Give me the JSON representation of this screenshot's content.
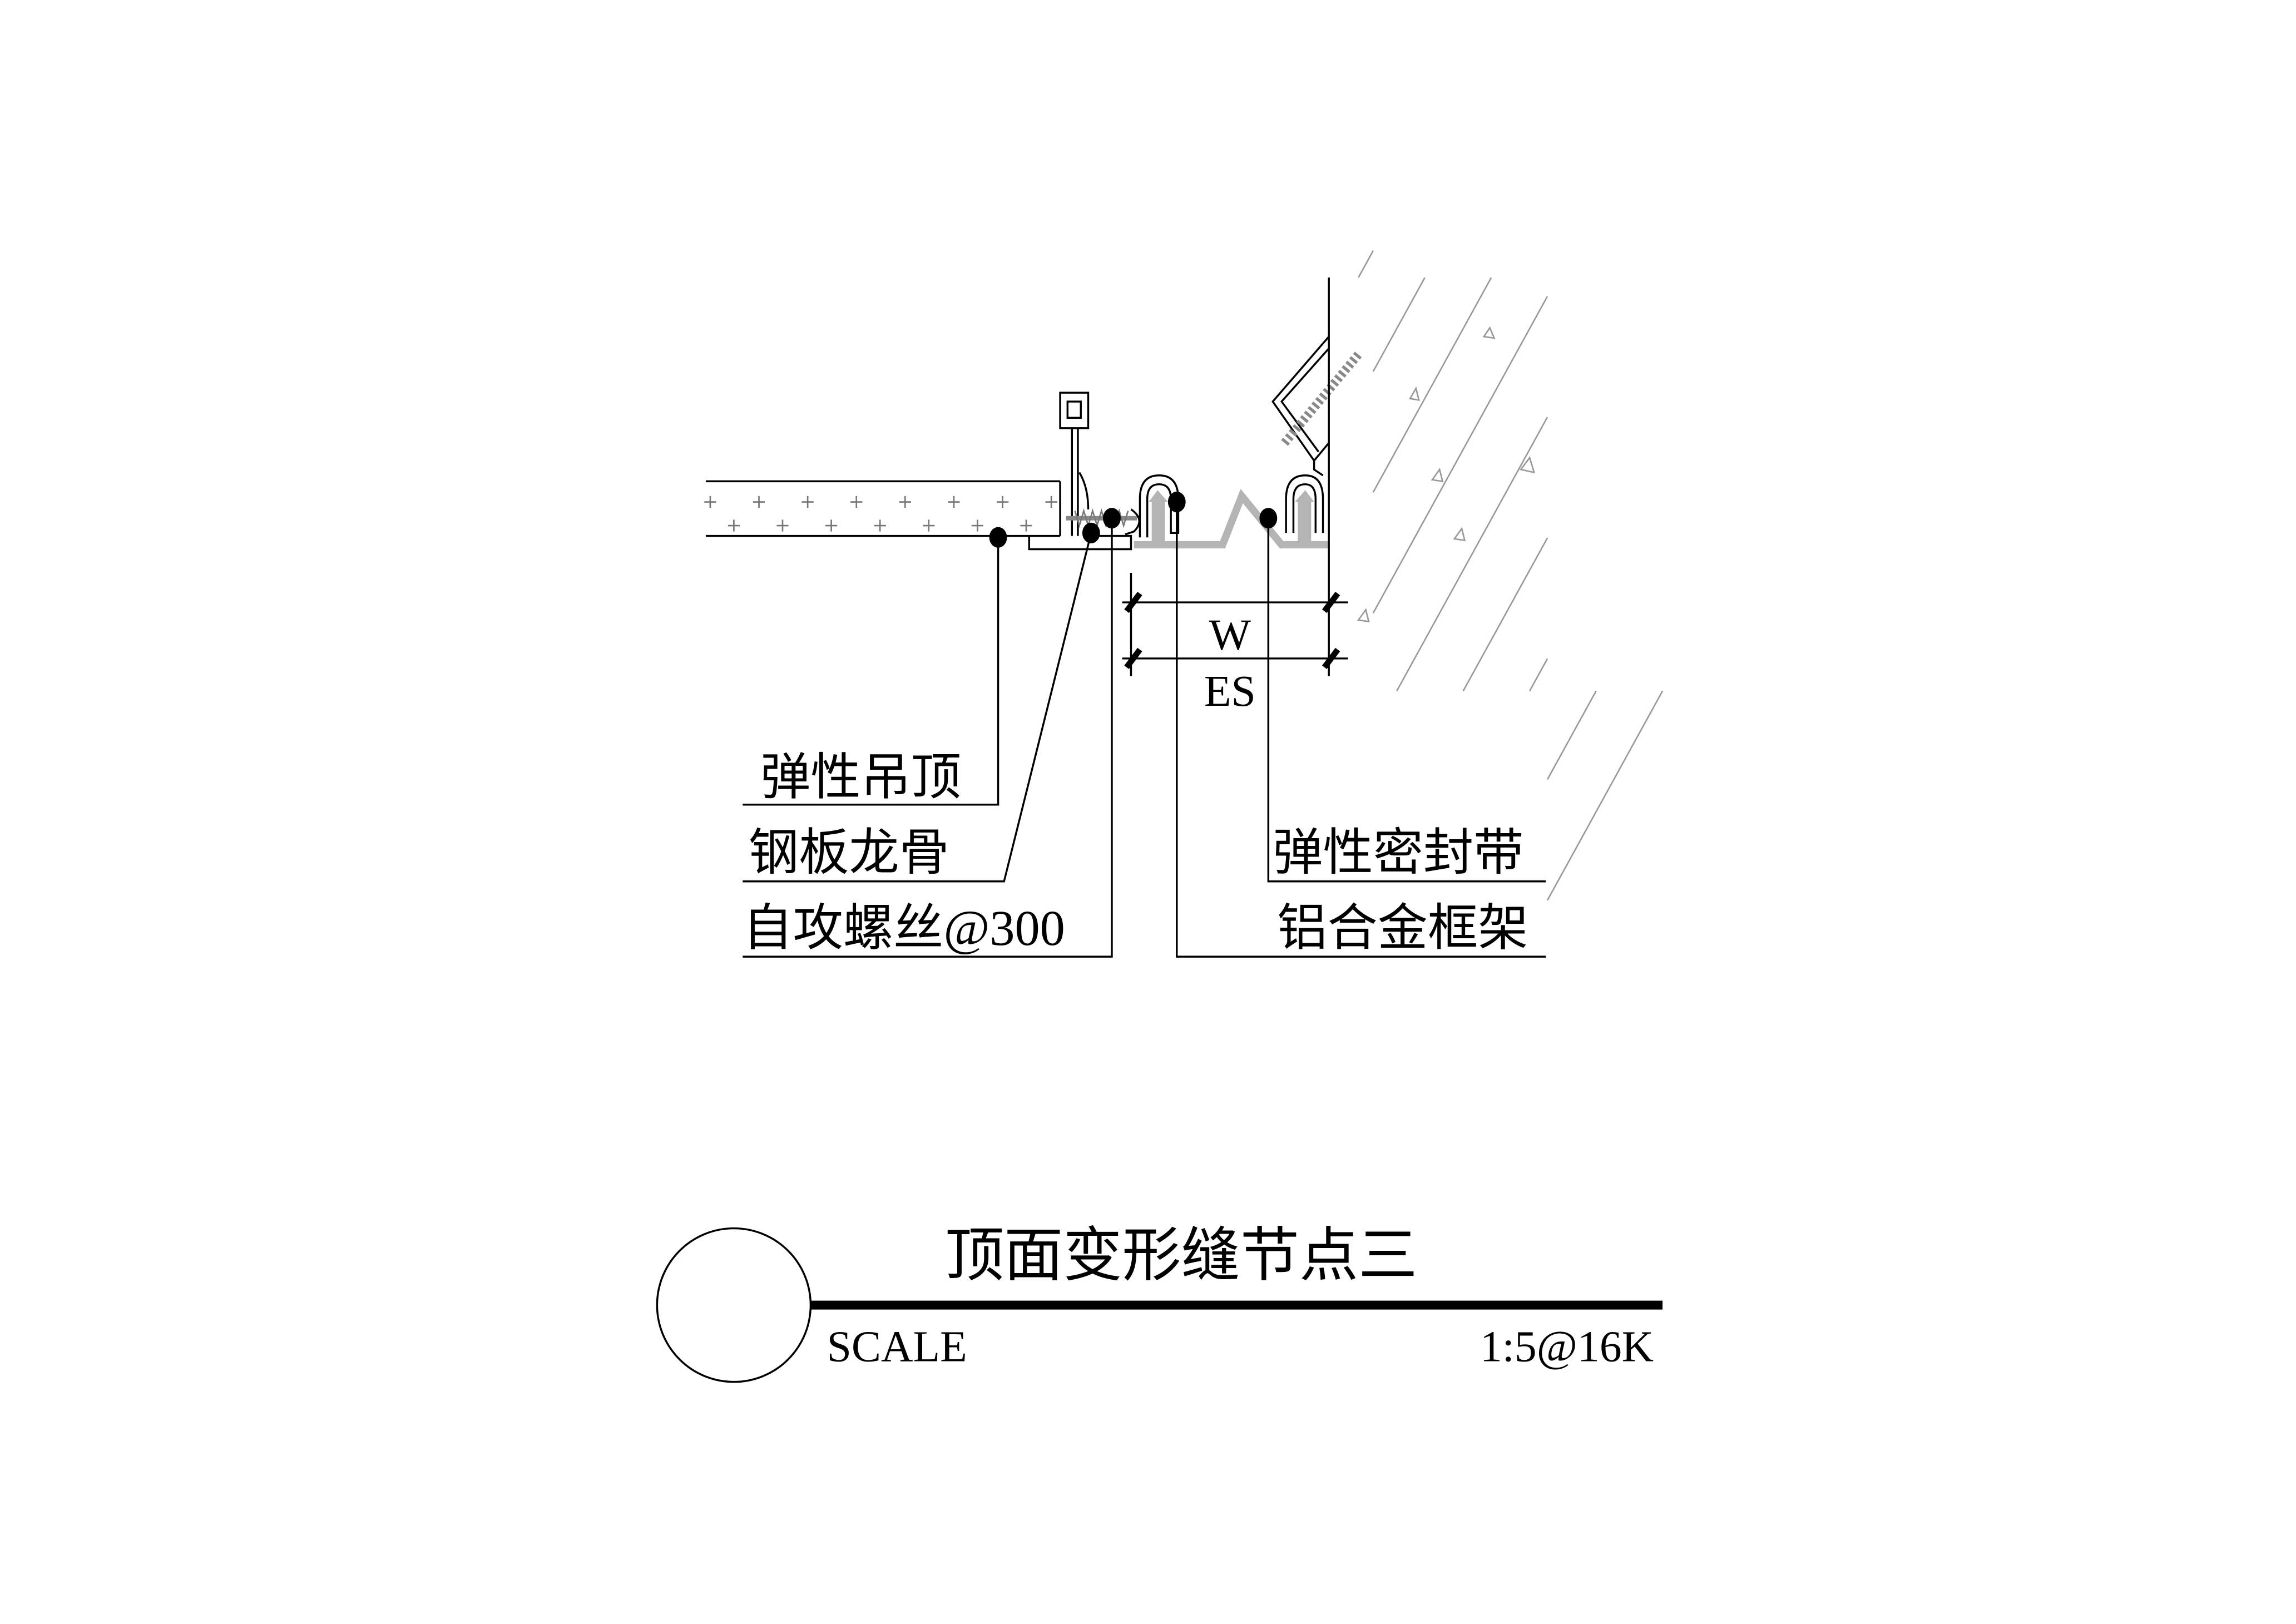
{
  "drawing": {
    "title": "顶面变形缝节点三",
    "scale_label": "SCALE",
    "scale_value": "1:5@16K",
    "dimensions": {
      "inner": "W",
      "outer": "ES"
    },
    "callouts_left": [
      {
        "label": "弹性吊顶"
      },
      {
        "label": "钢板龙骨"
      },
      {
        "label": "自攻螺丝@300"
      }
    ],
    "callouts_right": [
      {
        "label": "弹性密封带"
      },
      {
        "label": "铝合金框架"
      }
    ]
  }
}
